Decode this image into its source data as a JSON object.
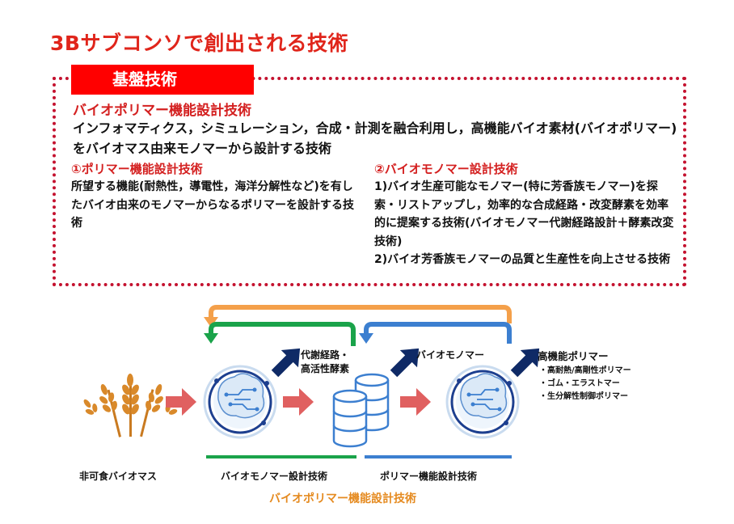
{
  "title": "3Bサブコンソで創出される技術",
  "badge": "基盤技術",
  "main_heading": "バイオポリマー機能設計技術",
  "main_description": "インフォマティクス，シミュレーション，合成・計測を融合利用し，高機能バイオ素材(バイオポリマー)をバイオマス由来モノマーから設計する技術",
  "section1": {
    "heading": "①ポリマー機能設計技術",
    "body": "所望する機能(耐熱性，導電性，海洋分解性など)を有したバイオ由来のモノマーからなるポリマーを設計する技術"
  },
  "section2": {
    "heading": "②バイオモノマー設計技術",
    "body1": "1)バイオ生産可能なモノマー(特に芳香族モノマー)を探索・リストアップし，効率的な合成経路・改変酵素を効率的に提案する技術(バイオモノマー代謝経路設計＋酵素改変技術)",
    "body2": "2)バイオ芳香族モノマーの品質と生産性を向上させる技術"
  },
  "diagram": {
    "label_metabolic_1": "代謝経路・",
    "label_metabolic_2": "高活性酵素",
    "label_biomonomer": "バイオモノマー",
    "label_high_polymer": "高機能ポリマー",
    "high_polymer_items": [
      "・高耐熱/高剛性ポリマー",
      "・ゴム・エラストマー",
      "・生分解性制御ポリマー"
    ],
    "label_biomass": "非可食バイオマス",
    "label_biomonomer_tech": "バイオモノマー設計技術",
    "label_polymer_tech": "ポリマー機能設計技術",
    "label_bottom": "バイオポリマー機能設計技術"
  },
  "colors": {
    "title": "#e0251b",
    "accent_red": "#ff0000",
    "dotted_border": "#c4122f",
    "section_heading": "#d42020",
    "orange_loop": "#f4a04a",
    "green_loop": "#1aa34a",
    "blue_loop": "#3c7fd0",
    "dark_navy_arrow": "#0f2a66",
    "red_arrow": "#e06060",
    "bottom_label": "#e58a1f"
  }
}
